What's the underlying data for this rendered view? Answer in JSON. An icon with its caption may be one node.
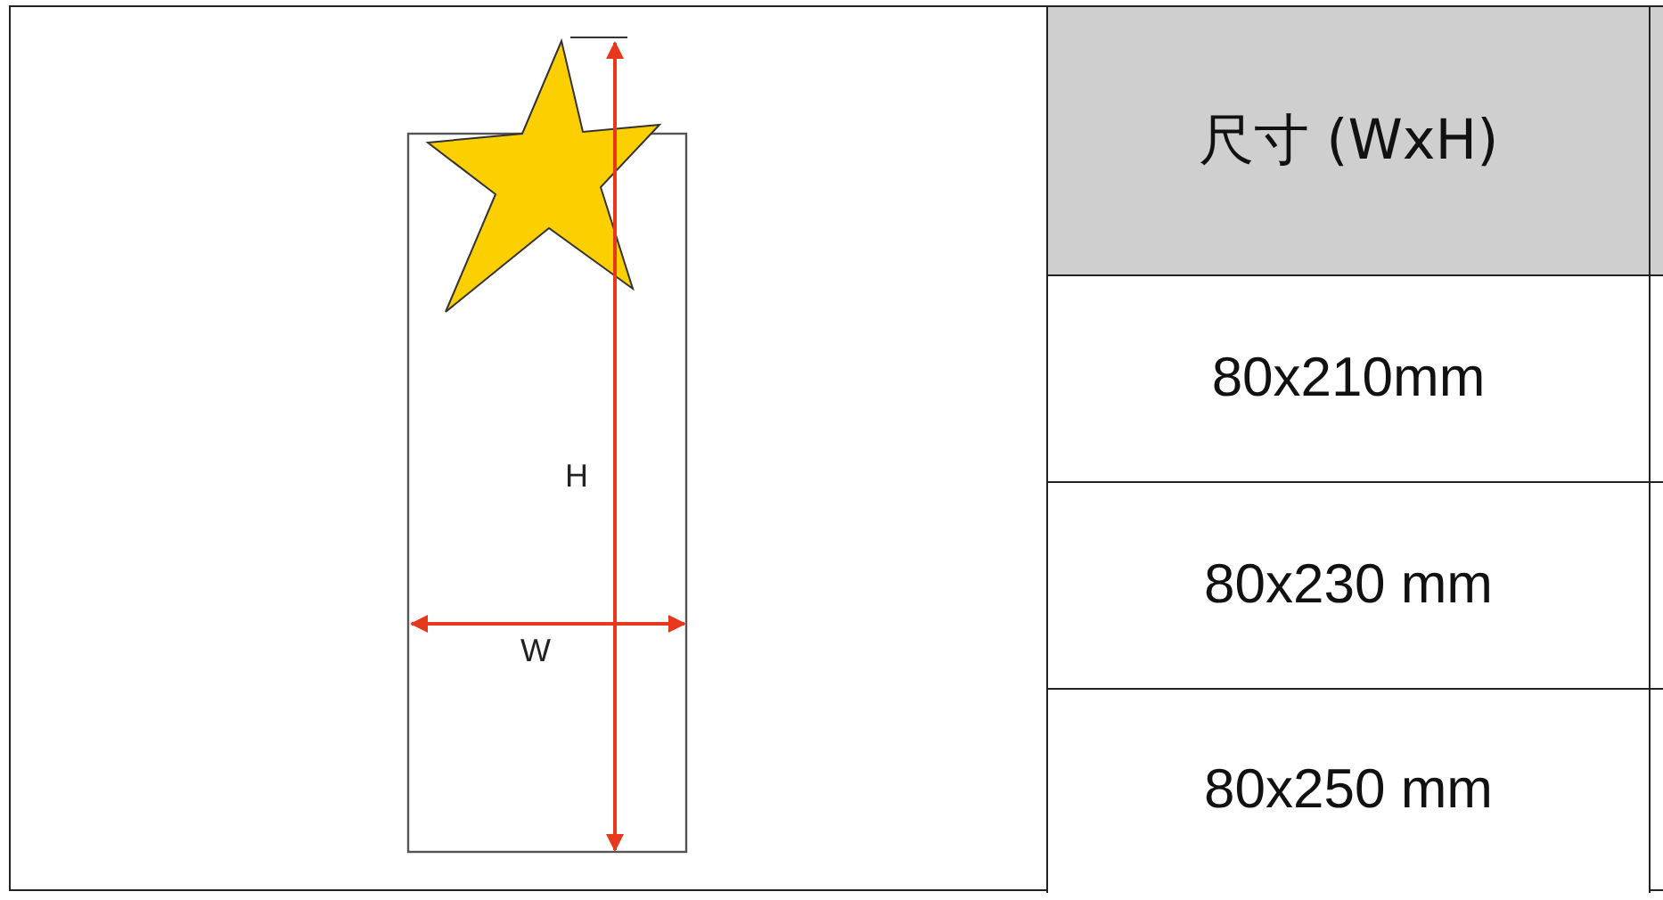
{
  "diagram": {
    "labels": [
      "H",
      "W",
      "尺寸 (WxH)",
      "80x210mm",
      "80x230 mm",
      "80x250 mm"
    ]
  }
}
